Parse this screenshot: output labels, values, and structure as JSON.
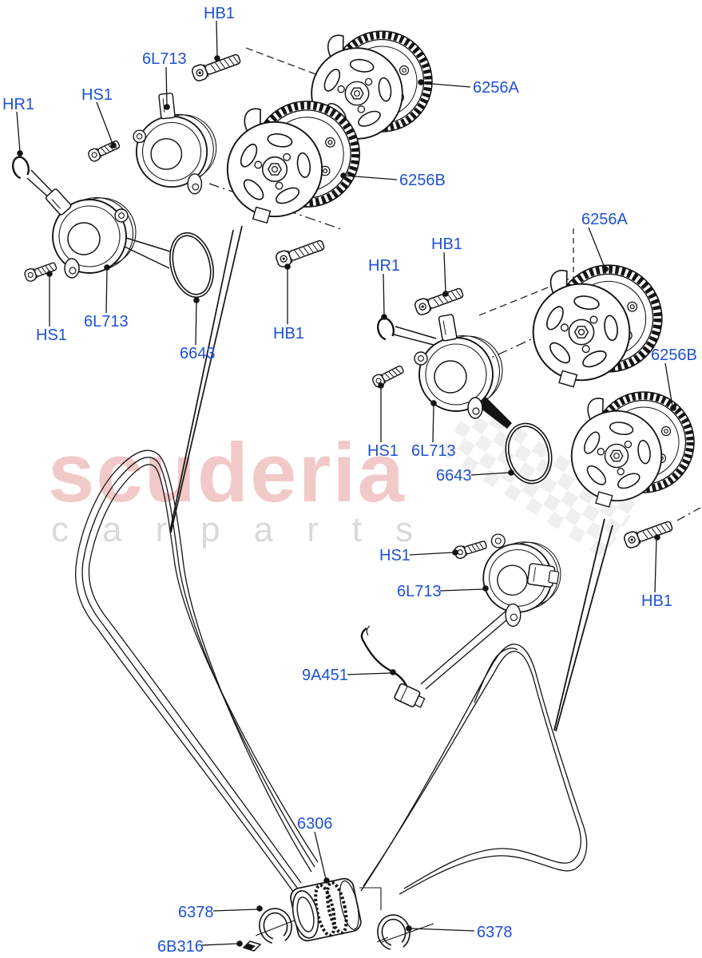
{
  "watermark": {
    "brand": "scuderia",
    "subtext": "carparts",
    "brand_color": "#f0bcbc",
    "subtext_color": "#d7d7d7",
    "checker_color": "#dedede"
  },
  "colors": {
    "label_blue": "#1e50d8",
    "line_black": "#141414",
    "background": "#ffffff"
  },
  "labels": [
    {
      "text": "HB1"
    },
    {
      "text": "6L713"
    },
    {
      "text": "HR1"
    },
    {
      "text": "HS1"
    },
    {
      "text": "6256A"
    },
    {
      "text": "6256B"
    },
    {
      "text": "6256A"
    },
    {
      "text": "HB1"
    },
    {
      "text": "HR1"
    },
    {
      "text": "HB1"
    },
    {
      "text": "HS1"
    },
    {
      "text": "6L713"
    },
    {
      "text": "6643"
    },
    {
      "text": "6256B"
    },
    {
      "text": "HS1"
    },
    {
      "text": "6L713"
    },
    {
      "text": "6643"
    },
    {
      "text": "HS1"
    },
    {
      "text": "6L713"
    },
    {
      "text": "HB1"
    },
    {
      "text": "9A451"
    },
    {
      "text": "6306"
    },
    {
      "text": "6378"
    },
    {
      "text": "6378"
    },
    {
      "text": "6B316"
    }
  ]
}
